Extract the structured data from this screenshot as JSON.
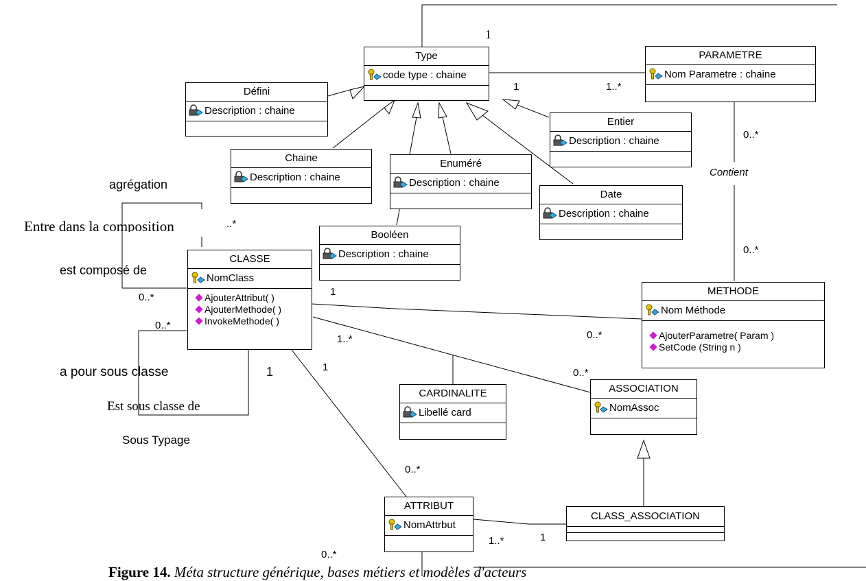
{
  "classes": {
    "type": {
      "name": "Type",
      "attr": "code type : chaine"
    },
    "parametre": {
      "name": "PARAMETRE",
      "attr": "Nom Parametre : chaine"
    },
    "defini": {
      "name": "Défini",
      "attr": "Description : chaine"
    },
    "entier": {
      "name": "Entier",
      "attr": "Description : chaine"
    },
    "chaine": {
      "name": "Chaine",
      "attr": "Description : chaine"
    },
    "enumere": {
      "name": "Enuméré",
      "attr": "Description : chaine"
    },
    "date": {
      "name": "Date",
      "attr": "Description : chaine"
    },
    "booleen": {
      "name": "Booléen",
      "attr": "Description : chaine"
    },
    "classe": {
      "name": "CLASSE",
      "attr": "NomClass",
      "ops": [
        "AjouterAttribut( )",
        "AjouterMethode( )",
        "InvokeMethode( )"
      ]
    },
    "methode": {
      "name": "METHODE",
      "attr": "Nom Méthode",
      "ops": [
        "AjouterParametre( Param )",
        "SetCode (String n )"
      ]
    },
    "cardinalite": {
      "name": "CARDINALITE",
      "attr": "Libellé card"
    },
    "association": {
      "name": "ASSOCIATION",
      "attr": "NomAssoc"
    },
    "attribut": {
      "name": "ATTRIBUT",
      "attr": "NomAttrbut"
    },
    "class_association": {
      "name": "CLASS_ASSOCIATION"
    }
  },
  "labels": {
    "type_top_mult": "1",
    "type_param_1": "1",
    "type_param_many": "1..*",
    "param_0n": "0..*",
    "contient": "Contient",
    "methode_0n": "0..*",
    "agregation": "agrégation",
    "entre": "Entre dans la composition",
    "entre_mult": "..*",
    "compose": "est composé de",
    "compose_mult": "0..*",
    "sous_mult": "0..*",
    "pour_sous_classe": "a pour sous classe",
    "sous_one": "1",
    "est_sous_classe": "Est sous classe de",
    "sous_typage": "Sous Typage",
    "classe_methode_1": "1",
    "classe_methode_0n": "0..*",
    "classe_assoc_1n": "1..*",
    "classe_assoc_0n": "0..*",
    "classe_attr_1": "1",
    "classe_attr_0n": "0..*",
    "attr_ca_1n": "1..*",
    "attr_ca_1": "1",
    "attr_bottom_0n": "0..*"
  },
  "caption": {
    "number": "Figure 14.",
    "text": "Méta structure générique, bases métiers et modèles d'acteurs"
  }
}
